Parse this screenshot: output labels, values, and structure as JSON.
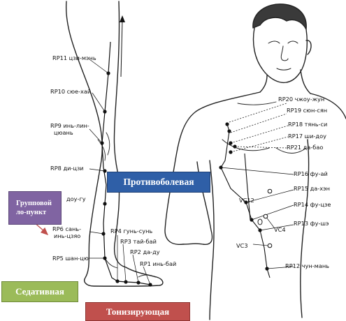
{
  "boxes": {
    "protivobolevaya": "Противоболевая",
    "group_line1": "Групповой",
    "group_line2": "ло-пункт",
    "sedativnaya": "Седативная",
    "toniziruyushchaya": "Тонизирующая"
  },
  "leg_points": {
    "rp11": "RP11 цзи-мэнь",
    "rp10": "RP10 сюе-хай",
    "rp9a": "RP9 инь-лин-",
    "rp9b": "цюань",
    "rp8": "RP8 ди-цзи",
    "rp7": "доу-гу",
    "rp6a": "RP6 сань-",
    "rp6b": "инь-цзяо",
    "rp5": "RP5 шан-цю",
    "rp4": "RP4 гунь-сунь",
    "rp3": "RP3 тай-бай",
    "rp2": "RP2 да-ду",
    "rp1": "RP1 инь-бай"
  },
  "torso_points": {
    "rp20": "RP20 чжоу-жун",
    "rp19": "RP19 сюн-сян",
    "rp18": "RP18 тянь-си",
    "rp17": "RP17 ши-доу",
    "rp21": "RP21 да-бао",
    "rp16": "RP16 фу-ай",
    "rp15": "RP15 да-хэн",
    "rp14": "RP14 фу-цзе",
    "rp13": "RP13 фу-шэ",
    "rp12": "RP12 чун-мань",
    "vc12": "VC12",
    "vc4": "VC4",
    "vc3": "VC3"
  }
}
